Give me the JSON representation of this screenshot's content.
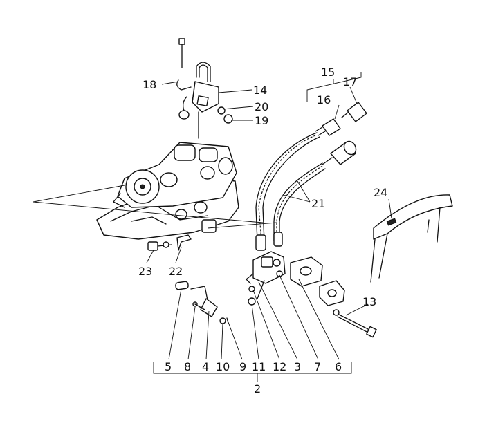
{
  "diagram": {
    "callouts": {
      "c2": "2",
      "c3": "3",
      "c4": "4",
      "c5": "5",
      "c6": "6",
      "c7": "7",
      "c8": "8",
      "c9": "9",
      "c10": "10",
      "c11": "11",
      "c12": "12",
      "c13": "13",
      "c14": "14",
      "c15": "15",
      "c16": "16",
      "c17": "17",
      "c18": "18",
      "c19": "19",
      "c20": "20",
      "c21": "21",
      "c22": "22",
      "c23": "23",
      "c24": "24"
    }
  }
}
